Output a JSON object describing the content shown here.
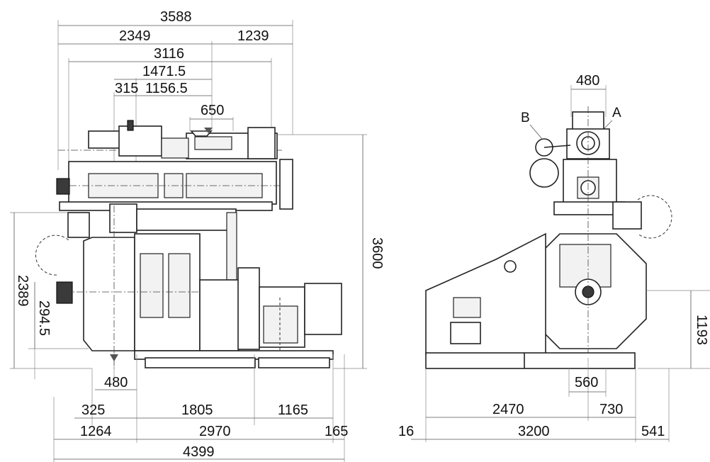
{
  "front_view": {
    "dims": {
      "overall_top": "3588",
      "top_left": "2349",
      "top_right": "1239",
      "upper_span": "3116",
      "mid_span": "1471.5",
      "small_left": "315",
      "small_right": "1156.5",
      "inlet": "650",
      "height": "3600",
      "left_height": "2389",
      "outlet_height": "294.5",
      "outlet_width": "480",
      "b_325": "325",
      "b_1805": "1805",
      "b_1165": "1165",
      "b_1264": "1264",
      "b_2970": "2970",
      "b_165": "165",
      "overall_bottom": "4399"
    }
  },
  "side_view": {
    "dims": {
      "top_inlet": "480",
      "outlet_width": "560",
      "right_height": "1193",
      "b_2470": "2470",
      "b_730": "730",
      "b_16": "16",
      "b_3200": "3200",
      "b_541": "541"
    },
    "labels": {
      "a": "A",
      "b": "B"
    }
  }
}
